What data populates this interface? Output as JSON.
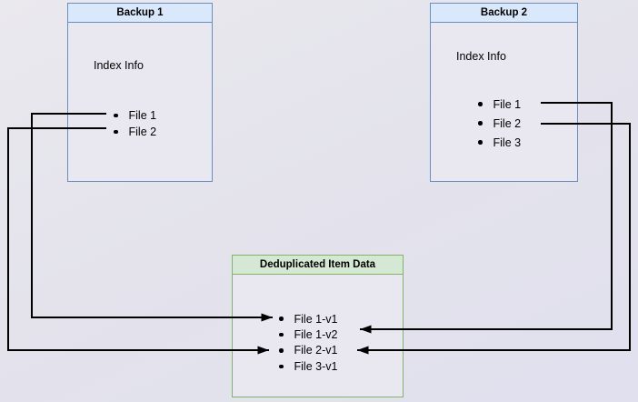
{
  "diagram": {
    "nodes": {
      "backup1": {
        "title": "Backup 1",
        "subtitle": "Index Info",
        "files": [
          "File 1",
          "File 2"
        ]
      },
      "backup2": {
        "title": "Backup 2",
        "subtitle": "Index Info",
        "files": [
          "File 1",
          "File 2",
          "File 3"
        ]
      },
      "dedup": {
        "title": "Deduplicated Item Data",
        "items": [
          "File 1-v1",
          "File 1-v2",
          "File 2-v1",
          "File 3-v1"
        ]
      }
    },
    "connections": [
      {
        "from": "Backup 1 / File 1",
        "to": "Deduplicated Item Data / File 1-v1"
      },
      {
        "from": "Backup 1 / File 2",
        "to": "Deduplicated Item Data / File 2-v1"
      },
      {
        "from": "Backup 2 / File 1",
        "to": "Deduplicated Item Data / File 1-v2"
      },
      {
        "from": "Backup 2 / File 2",
        "to": "Deduplicated Item Data / File 2-v1"
      }
    ],
    "colors": {
      "backup_header_fill": "#dae8fc",
      "backup_border": "#6c8ebf",
      "dedup_header_fill": "#d5e8d4",
      "dedup_border": "#82b366",
      "connector": "#000000"
    }
  }
}
